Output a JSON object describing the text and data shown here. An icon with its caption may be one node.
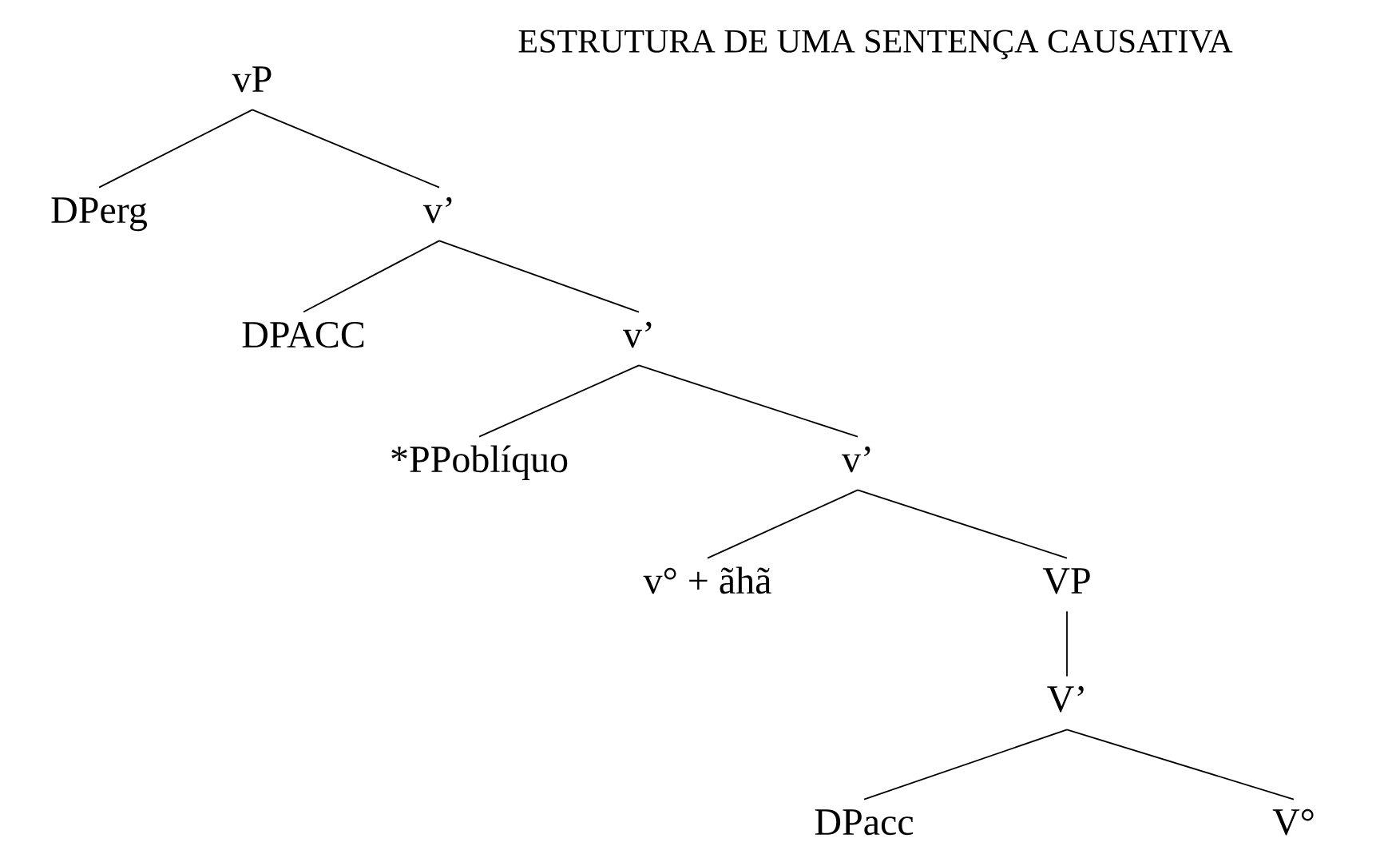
{
  "diagram": {
    "title": "ESTRUTURA DE UMA SENTENÇA CAUSATIVA",
    "nodes": [
      {
        "text": [
          "vP"
        ]
      },
      {
        "text": [
          "DPerg"
        ]
      },
      {
        "text": [
          "v’"
        ]
      },
      {
        "text": [
          "DPACC"
        ]
      },
      {
        "text": [
          "v’"
        ]
      },
      {
        "text": [
          "*PPoblíquo"
        ]
      },
      {
        "text": [
          "v’"
        ]
      },
      {
        "text": [
          "v° + ãhã"
        ]
      },
      {
        "text": [
          "VP"
        ]
      },
      {
        "text": [
          "V’"
        ]
      },
      {
        "text": [
          "DPacc"
        ]
      },
      {
        "text": [
          "V°"
        ]
      }
    ],
    "edges": [
      {
        "from": 0,
        "to": 1,
        "arrow": "none"
      },
      {
        "from": 0,
        "to": 2,
        "arrow": "none"
      },
      {
        "from": 2,
        "to": 3,
        "arrow": "none"
      },
      {
        "from": 2,
        "to": 4,
        "arrow": "none"
      },
      {
        "from": 4,
        "to": 5,
        "arrow": "none"
      },
      {
        "from": 4,
        "to": 6,
        "arrow": "none"
      },
      {
        "from": 6,
        "to": 7,
        "arrow": "none"
      },
      {
        "from": 6,
        "to": 8,
        "arrow": "none"
      },
      {
        "from": 8,
        "to": 9,
        "arrow": "none"
      },
      {
        "from": 9,
        "to": 10,
        "arrow": "none"
      },
      {
        "from": 9,
        "to": 11,
        "arrow": "none"
      }
    ]
  }
}
